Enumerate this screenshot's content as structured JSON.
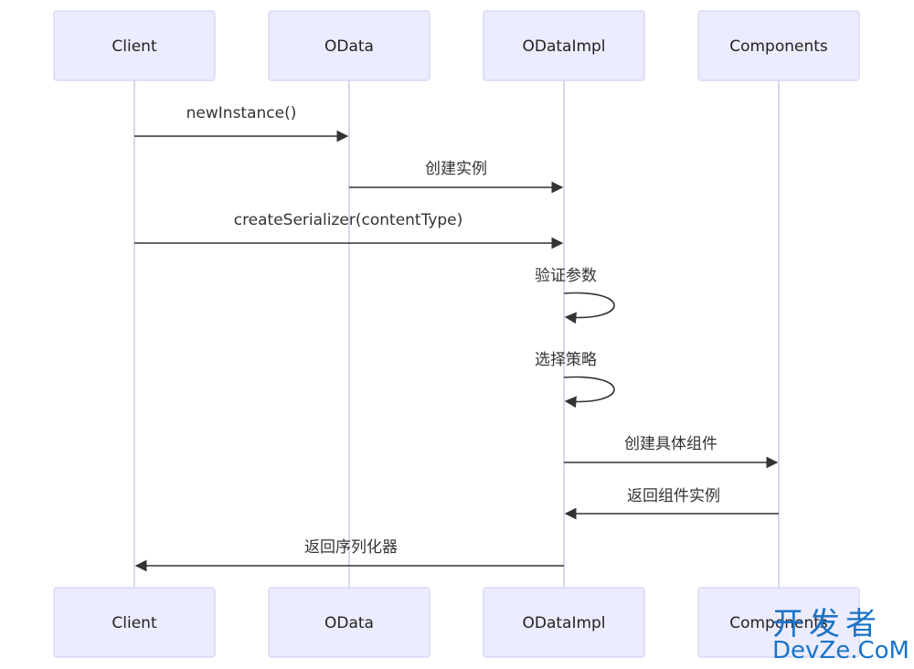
{
  "participants": [
    {
      "id": "client",
      "label": "Client"
    },
    {
      "id": "odata",
      "label": "OData"
    },
    {
      "id": "odataimpl",
      "label": "ODataImpl"
    },
    {
      "id": "components",
      "label": "Components"
    }
  ],
  "messages": [
    {
      "from": "client",
      "to": "odata",
      "label": "newInstance()"
    },
    {
      "from": "odata",
      "to": "odataimpl",
      "label": "创建实例"
    },
    {
      "from": "client",
      "to": "odataimpl",
      "label": "createSerializer(contentType)"
    },
    {
      "from": "odataimpl",
      "to": "odataimpl",
      "label": "验证参数"
    },
    {
      "from": "odataimpl",
      "to": "odataimpl",
      "label": "选择策略"
    },
    {
      "from": "odataimpl",
      "to": "components",
      "label": "创建具体组件"
    },
    {
      "from": "components",
      "to": "odataimpl",
      "label": "返回组件实例"
    },
    {
      "from": "odataimpl",
      "to": "client",
      "label": "返回序列化器"
    }
  ],
  "watermark": {
    "cn": "开发者",
    "en": "DevZe.CoM"
  }
}
